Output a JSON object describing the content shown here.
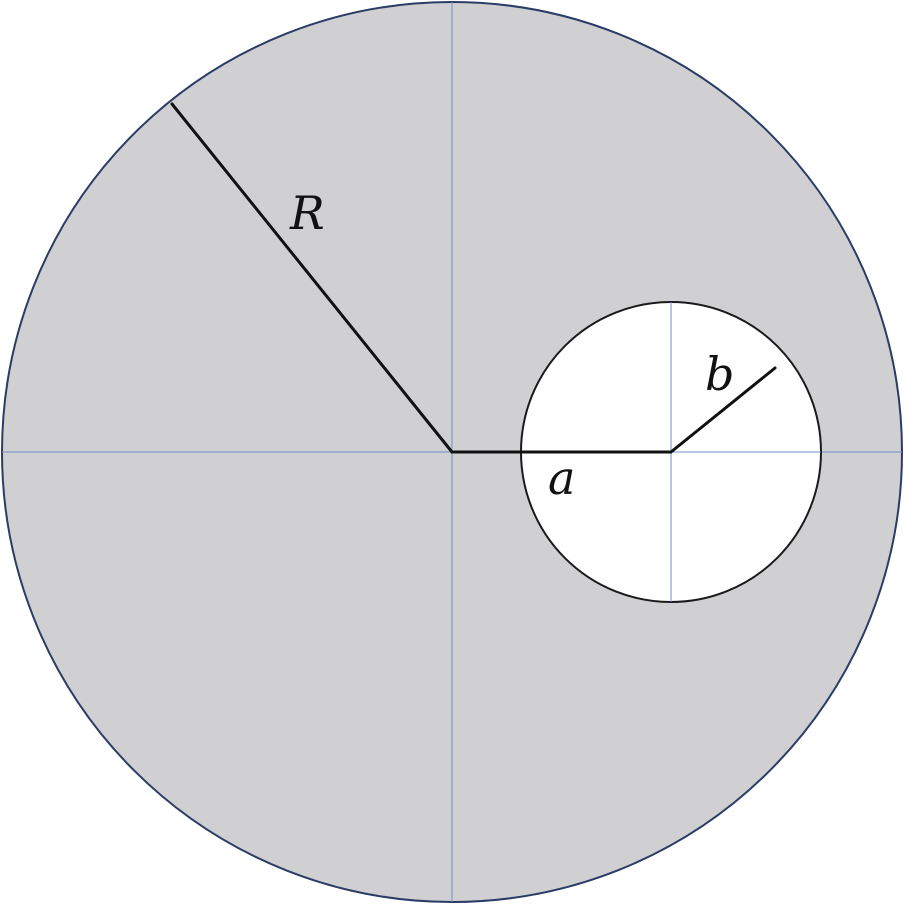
{
  "labels": {
    "outer_radius": "R",
    "offset": "a",
    "hole_radius": "b"
  },
  "colors": {
    "disk_fill": "#d0cfd1",
    "disk_outline": "#2b3d66",
    "hole_fill": "#ffffff",
    "axis_lines": "#6f8fc7",
    "radius_lines": "#111111"
  }
}
